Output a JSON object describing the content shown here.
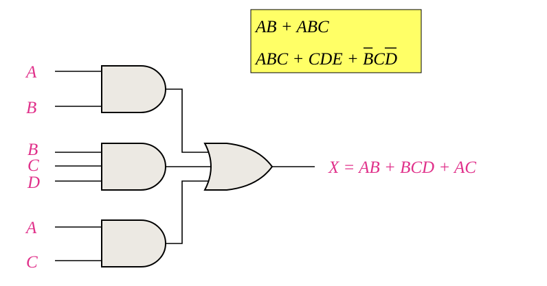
{
  "colors": {
    "label": "#e0308a",
    "gate_fill": "#ece9e3",
    "stroke": "#000000",
    "highlight": "#ffff66"
  },
  "highlight_box": {
    "line1": "AB + ABC",
    "line2_plain": "ABC + CDE + ",
    "line2_bar1": "B",
    "line2_mid": "C",
    "line2_bar2": "D"
  },
  "inputs": {
    "gate1": [
      "A",
      "B"
    ],
    "gate2": [
      "B",
      "C",
      "D"
    ],
    "gate3": [
      "A",
      "C"
    ]
  },
  "output": {
    "expression": "X = AB + BCD + AC"
  },
  "gates": [
    {
      "name": "and-gate-1",
      "type": "AND"
    },
    {
      "name": "and-gate-2",
      "type": "AND"
    },
    {
      "name": "and-gate-3",
      "type": "AND"
    },
    {
      "name": "or-gate",
      "type": "OR"
    }
  ]
}
